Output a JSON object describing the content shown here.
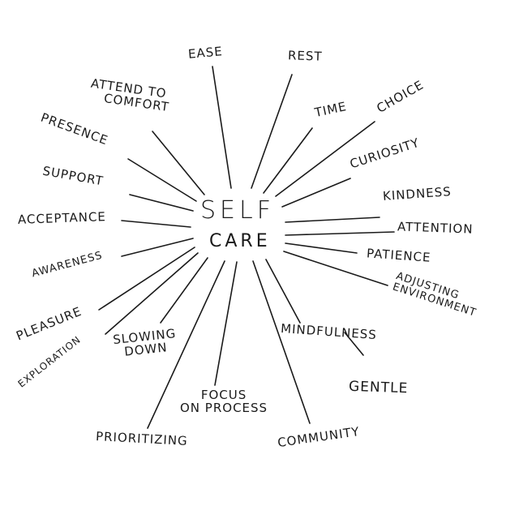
{
  "center": {
    "line1": "SELF",
    "line2": "CARE"
  },
  "terms": {
    "ease": "EASE",
    "rest": "REST",
    "attend_line1": "ATTEND TO",
    "attend_line2": "COMFORT",
    "time": "TIME",
    "choice": "CHOICE",
    "presence": "PRESENCE",
    "curiosity": "CURIOSITY",
    "support": "SUPPORT",
    "kindness": "KINDNESS",
    "acceptance": "ACCEPTANCE",
    "attention": "ATTENTION",
    "awareness": "AWARENESS",
    "patience": "PATIENCE",
    "adjusting_line1": "ADJUSTING",
    "adjusting_line2": "ENVIRONMENT",
    "pleasure": "PLEASURE",
    "exploration": "EXPLORATION",
    "slowing_line1": "SLOWING",
    "slowing_line2": "DOWN",
    "mindfulness": "MINDFULNESS",
    "gentle": "GENTLE",
    "focus_line1": "FOCUS",
    "focus_line2": "ON PROCESS",
    "prioritizing": "PRIORITIZING",
    "community": "COMMUNITY"
  },
  "colors": {
    "ink": "#1a1a1a",
    "paper": "#ffffff"
  }
}
